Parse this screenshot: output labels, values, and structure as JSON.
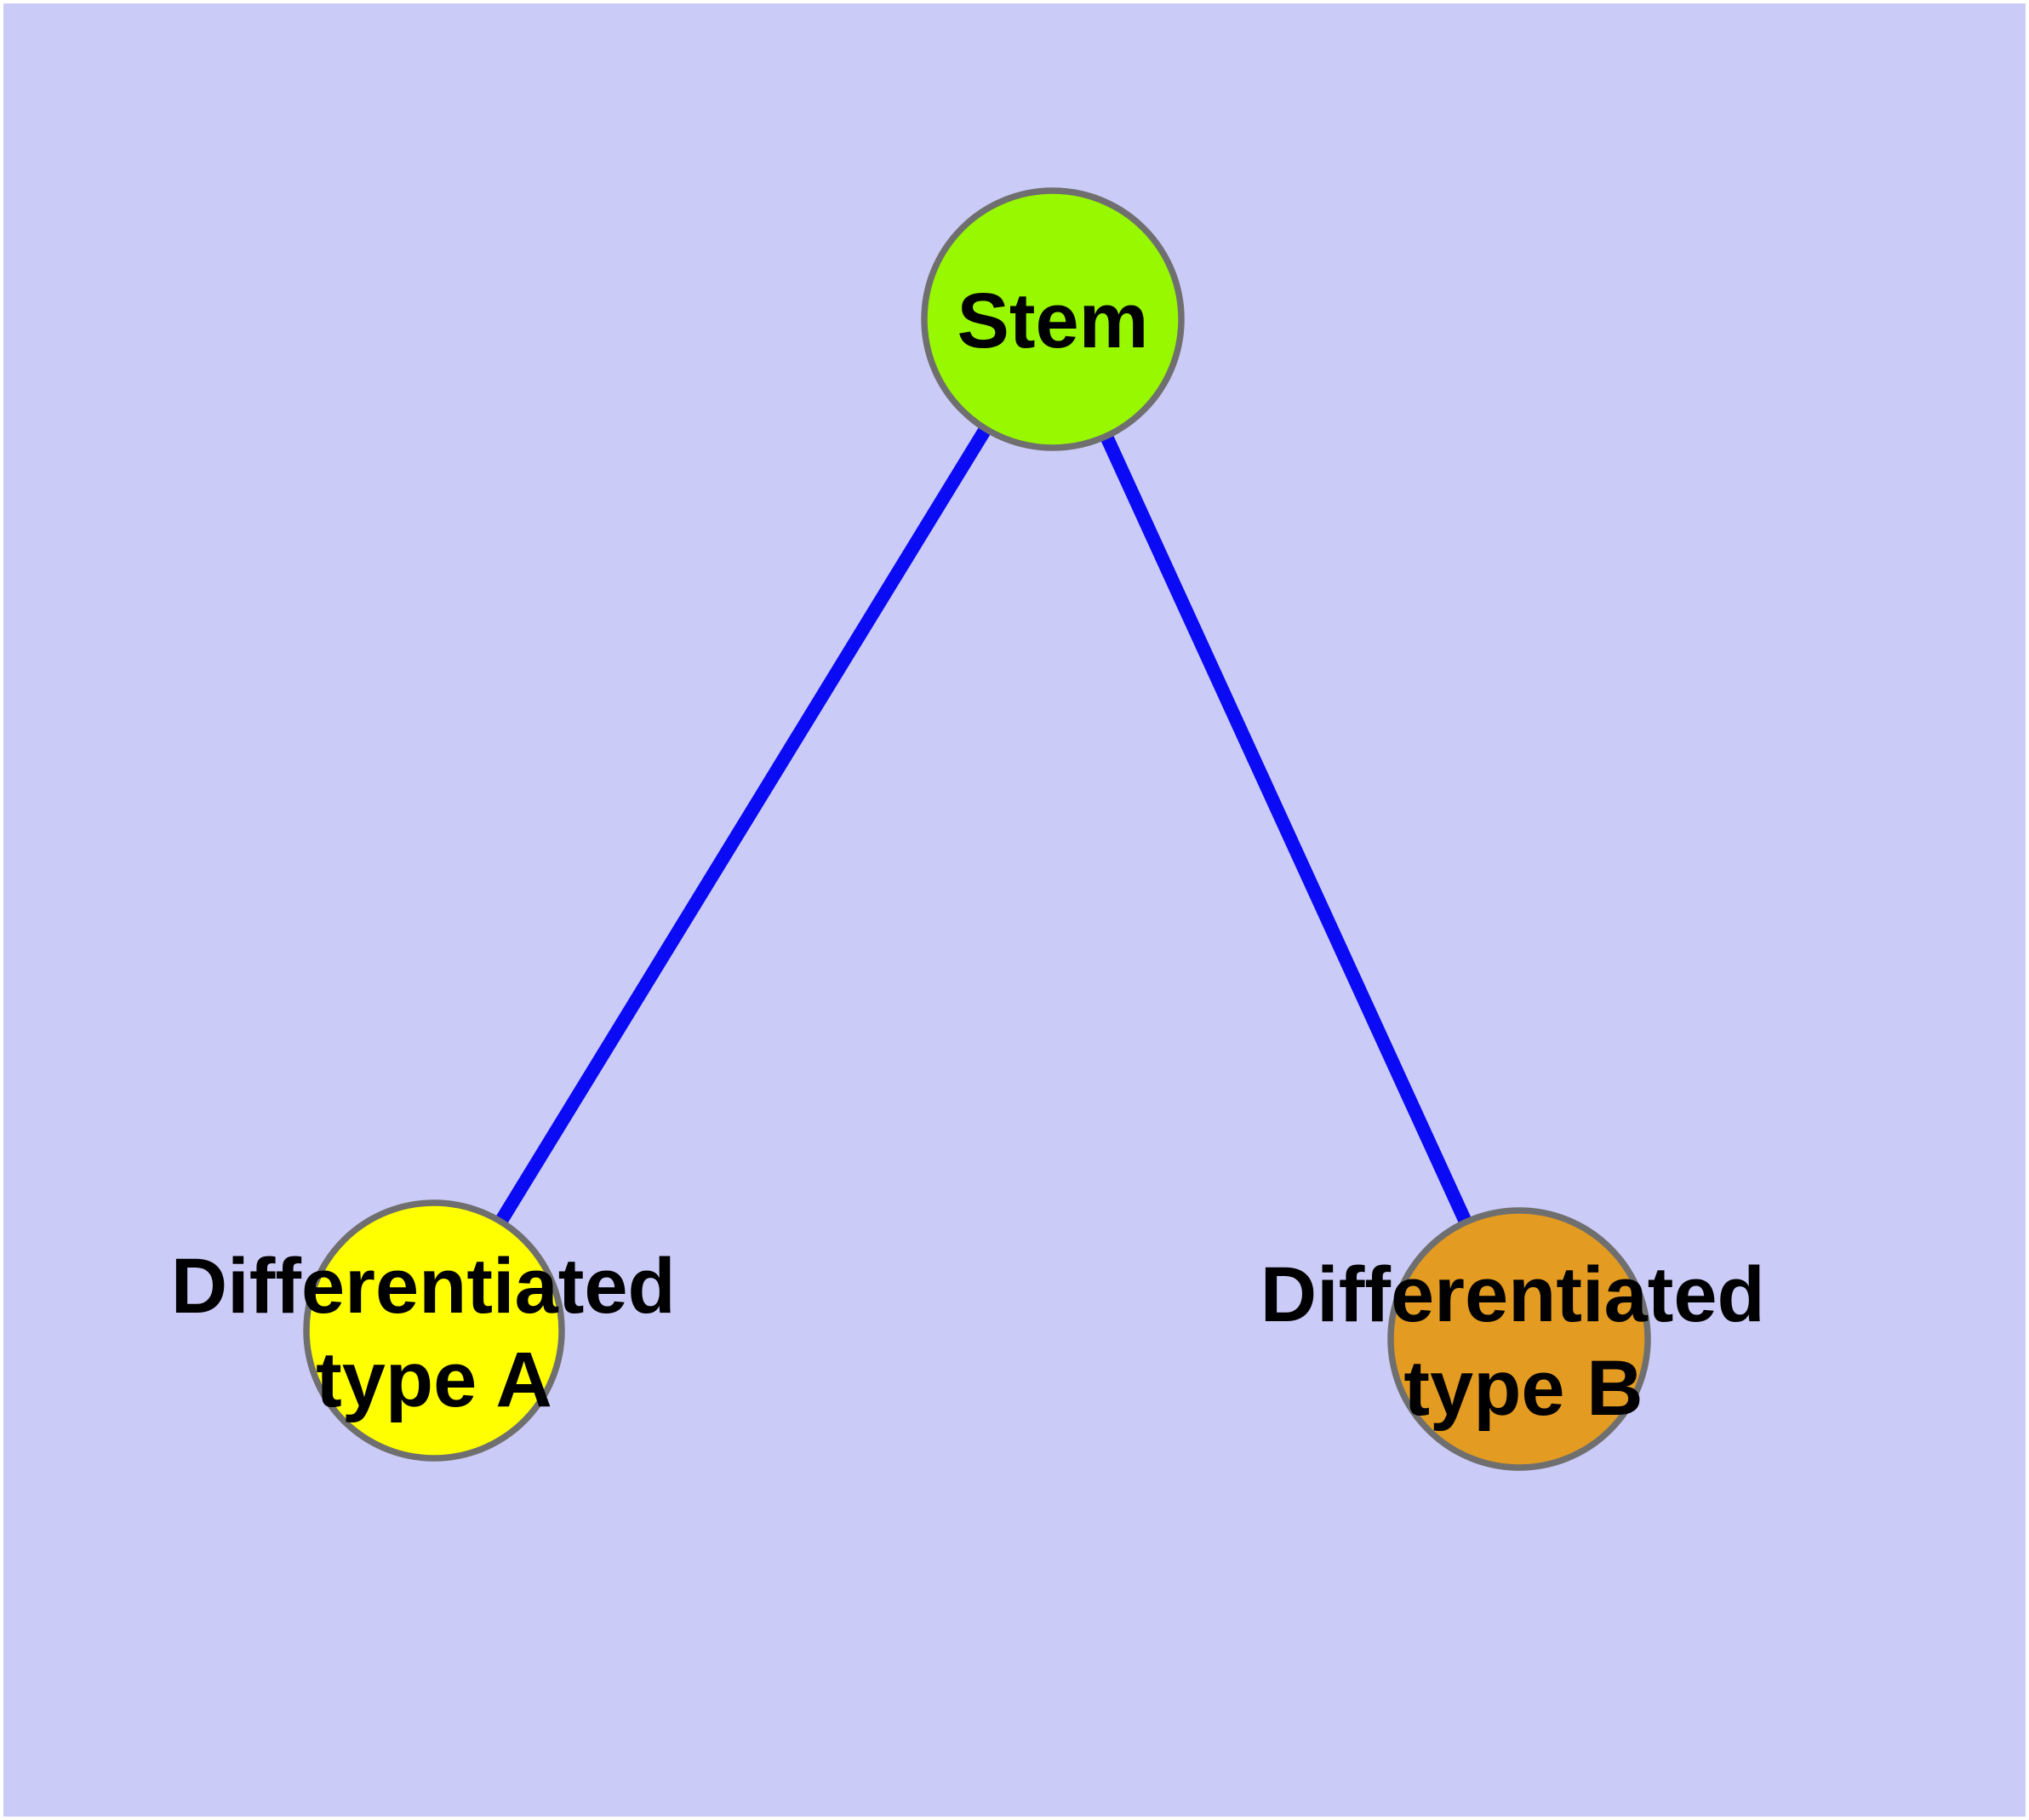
{
  "figure": {
    "type": "node-link-diagram",
    "background_color": "#cbcbf7",
    "frame_color": "#ffffff",
    "edge_color": "#0a0af5",
    "node_border_color": "#6f6f6f",
    "label_color": "#000000",
    "nodes": [
      {
        "id": "stem",
        "label": "Stem",
        "fill": "#97f800"
      },
      {
        "id": "differentiated-type-a",
        "label_line1": "Differentiated",
        "label_line2": "type A",
        "fill": "#ffff00"
      },
      {
        "id": "differentiated-type-b",
        "label_line1": "Differentiated",
        "label_line2": "type B",
        "fill": "#e39c21"
      }
    ],
    "edges": [
      {
        "from": "stem",
        "to": "differentiated-type-a"
      },
      {
        "from": "stem",
        "to": "differentiated-type-b"
      }
    ]
  }
}
